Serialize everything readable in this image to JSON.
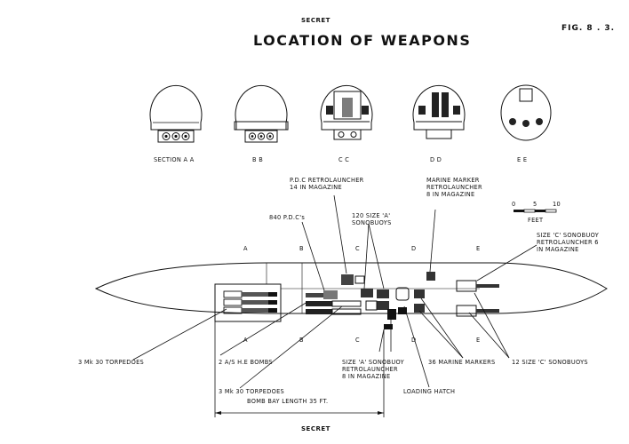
{
  "header": {
    "classification_top": "SECRET",
    "title": "LOCATION OF WEAPONS",
    "figure": "FIG. 8 . 3."
  },
  "footer": {
    "classification_bottom": "SECRET"
  },
  "sections": [
    {
      "key": "aa",
      "label": "SECTION  A A"
    },
    {
      "key": "bb",
      "label": "B  B"
    },
    {
      "key": "cc",
      "label": "C  C"
    },
    {
      "key": "dd",
      "label": "D  D"
    },
    {
      "key": "ee",
      "label": "E  E"
    }
  ],
  "station_letters": [
    "A",
    "B",
    "C",
    "D",
    "E"
  ],
  "scale": {
    "ticks": [
      "0",
      "5",
      "10"
    ],
    "unit": "FEET"
  },
  "callouts": {
    "pdc_retro": [
      "P.D.C  RETROLAUNCHER",
      "14  IN  MAGAZINE"
    ],
    "pdcs": "840  P.D.C's",
    "sono_a": [
      "120  SIZE  'A'",
      "SONOBUOYS"
    ],
    "marine_retro": [
      "MARINE  MARKER",
      "RETROLAUNCHER",
      "8  IN  MAGAZINE"
    ],
    "sono_c_retro": [
      "SIZE  'C'  SONOBUOY",
      "RETROLAUNCHER  6",
      "IN  MAGAZINE"
    ],
    "torp_a": "3  Mk  30  TORPEDOES",
    "bombs": "2  A/S  H.E  BOMBS",
    "torp_b": "3  Mk  30  TORPEDOES",
    "sono_a_retro": [
      "SIZE  'A'  SONOBUOY",
      "RETROLAUNCHER",
      "8  IN  MAGAZINE"
    ],
    "markers": "36  MARINE  MARKERS",
    "hatch": "LOADING  HATCH",
    "sono_c": "12  SIZE  'C'  SONOBUOYS"
  },
  "bomb_bay": "BOMB  BAY  LENGTH  35  FT."
}
